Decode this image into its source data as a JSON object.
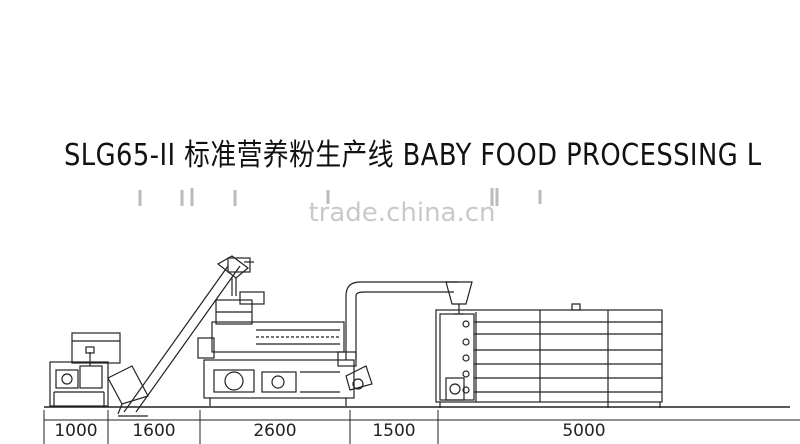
{
  "title": "SLG65-II 标准营养粉生产线 BABY FOOD   PROCESSING L",
  "watermark": "trade.china.cn",
  "dimensions": [
    "1000",
    "1600",
    "2600",
    "1500",
    "5000"
  ],
  "colors": {
    "line": "#222222",
    "background": "#ffffff",
    "watermark": "#c9c9c9"
  }
}
